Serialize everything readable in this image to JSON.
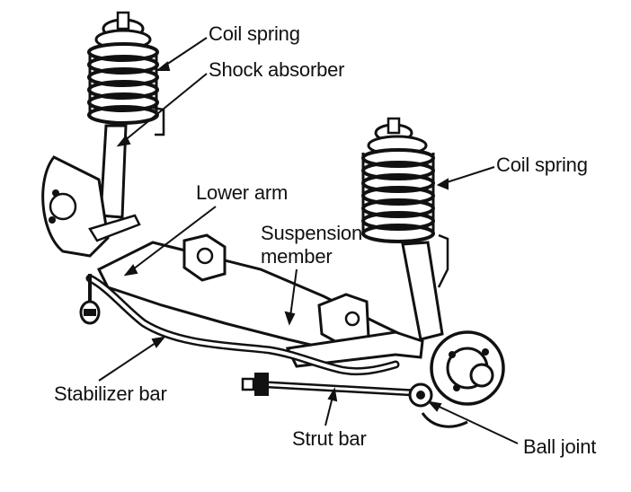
{
  "labels": {
    "coil_spring_1": "Coil spring",
    "shock_absorber": "Shock absorber",
    "coil_spring_2": "Coil spring",
    "lower_arm": "Lower arm",
    "suspension_member_line1": "Suspension",
    "suspension_member_line2": "member",
    "stabilizer_bar": "Stabilizer bar",
    "strut_bar": "Strut bar",
    "ball_joint": "Ball joint"
  },
  "colors": {
    "ink": "#111111",
    "background": "#ffffff"
  }
}
